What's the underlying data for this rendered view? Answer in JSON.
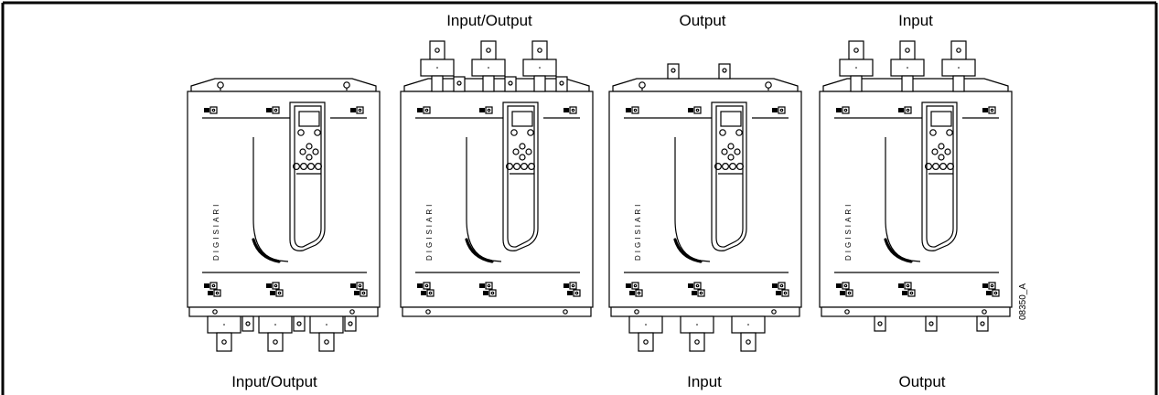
{
  "units": [
    {
      "id": "unit1",
      "top_label": "",
      "bottom_label": "Input/Output",
      "brand": "DIGISIARI",
      "top_terminals": false,
      "bottom_terminals": true
    },
    {
      "id": "unit2",
      "top_label": "Input/Output",
      "bottom_label": "",
      "brand": "DIGISIARI",
      "top_terminals": true,
      "bottom_terminals": false
    },
    {
      "id": "unit3",
      "top_label": "Output",
      "bottom_label": "Input",
      "brand": "DIGISIARI",
      "top_terminals": false,
      "bottom_terminals": true
    },
    {
      "id": "unit4",
      "top_label": "Input",
      "bottom_label": "Output",
      "brand": "DIGISIARI",
      "top_terminals": true,
      "bottom_terminals": false
    }
  ],
  "figure_ref": "08350_A",
  "colors": {
    "line": "#000000",
    "background": "#ffffff"
  }
}
